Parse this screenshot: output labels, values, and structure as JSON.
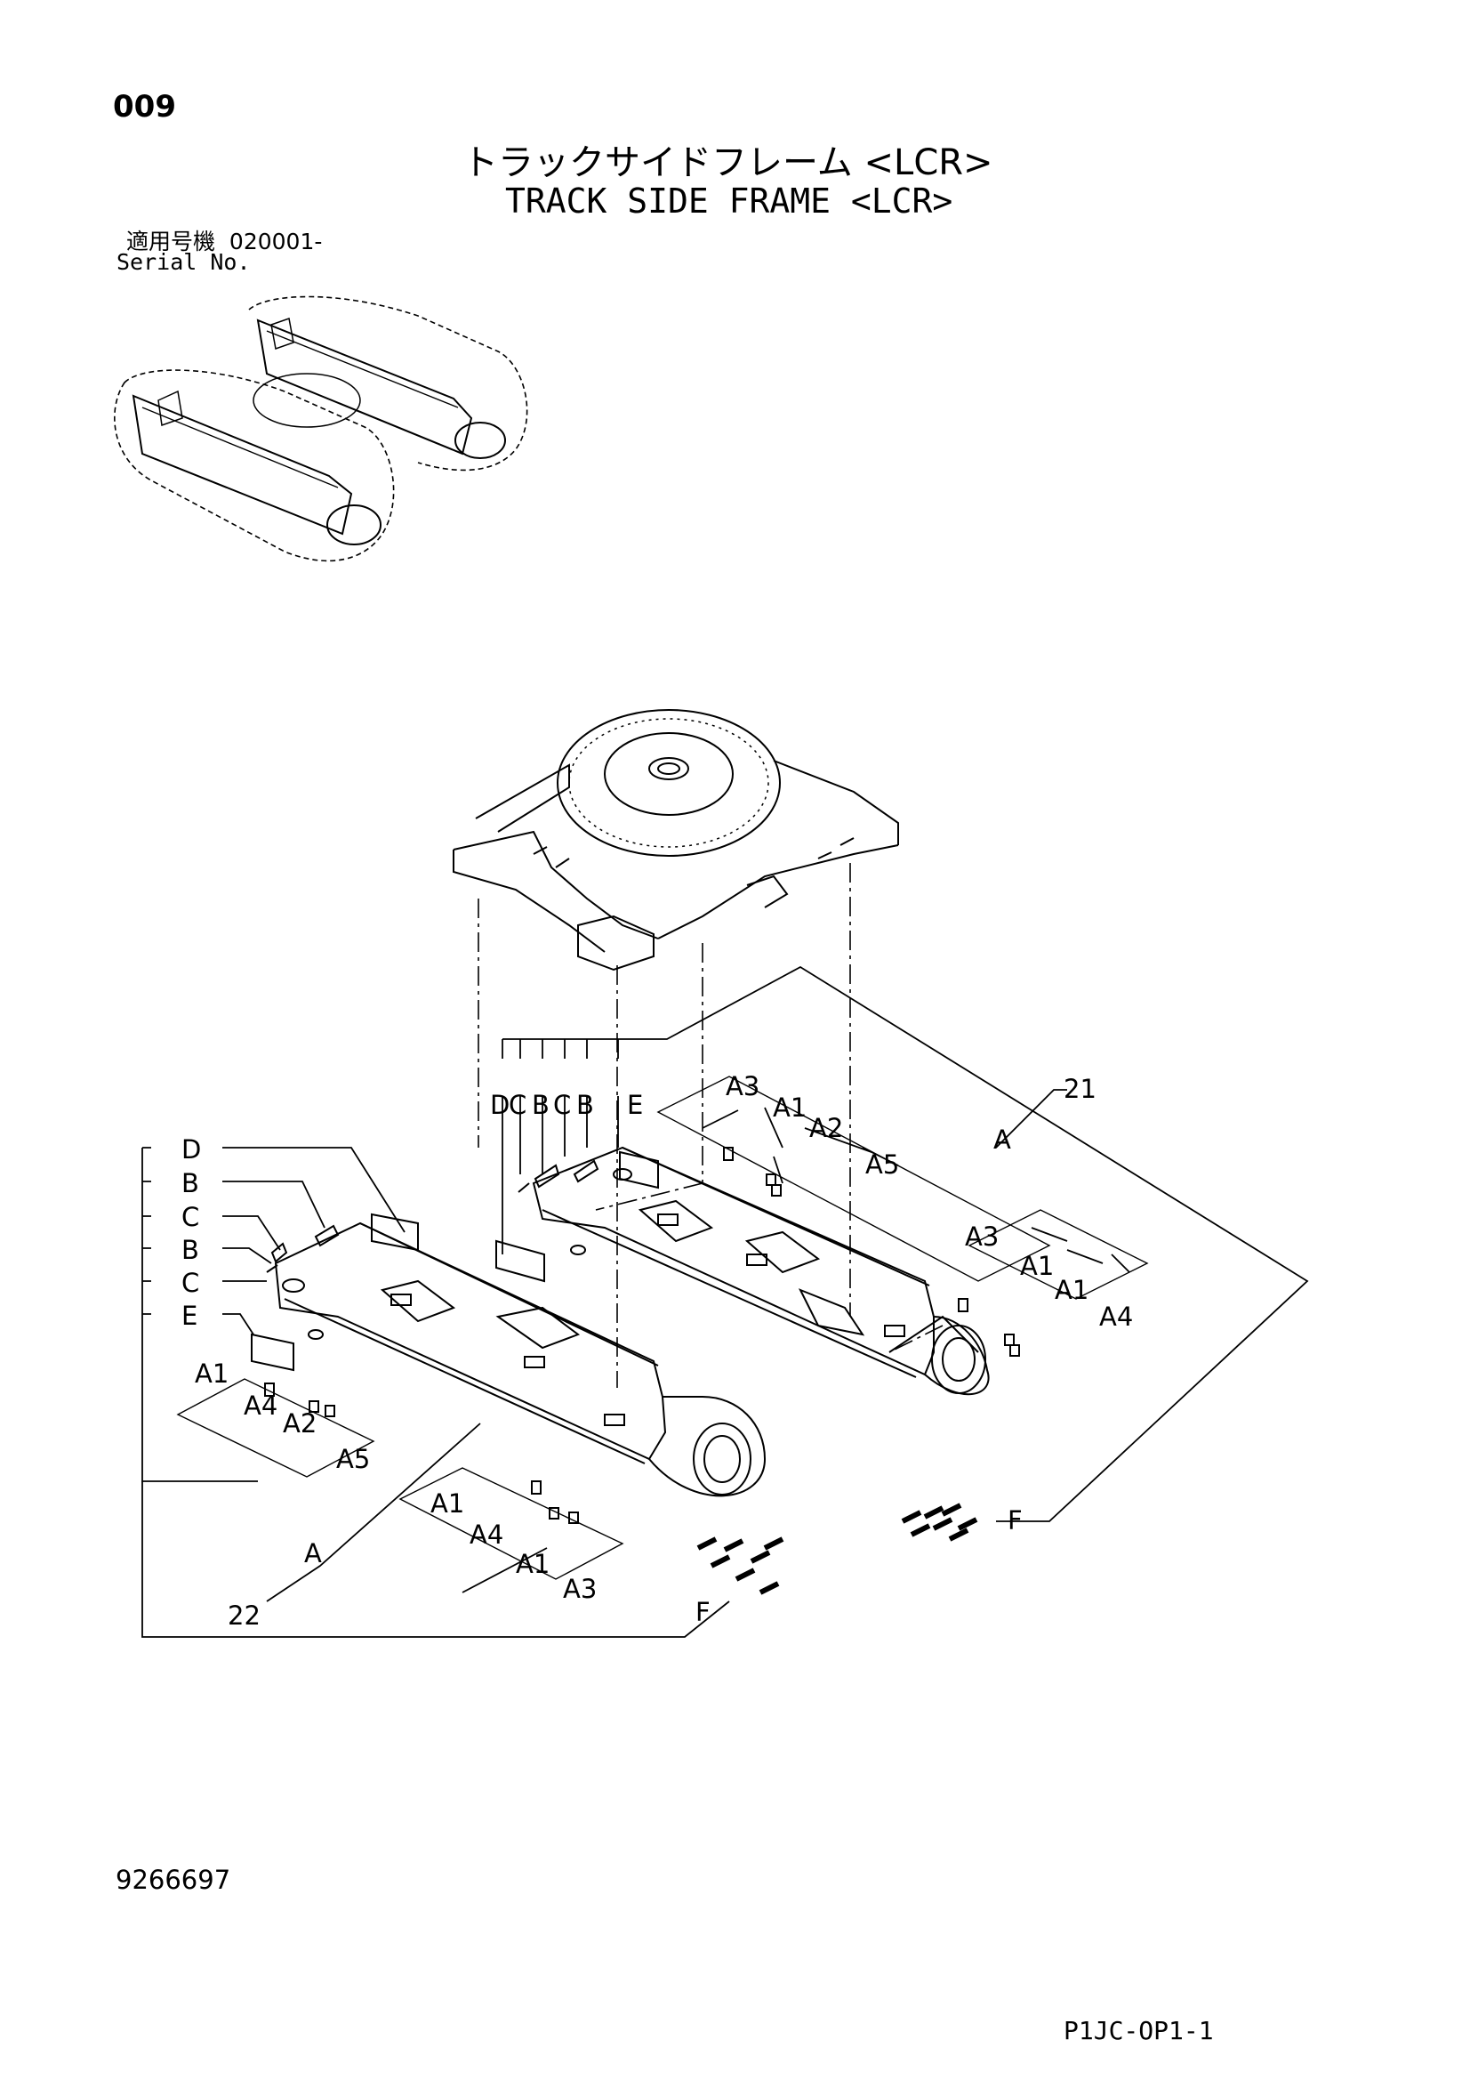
{
  "header": {
    "page_number": "009",
    "title_jp": "トラックサイドフレーム <LCR>",
    "title_en": "TRACK SIDE FRAME <LCR>",
    "serial_label_jp": "適用号機",
    "serial_value": "020001-",
    "serial_label_en": "Serial No."
  },
  "callouts": {
    "top_group": [
      "D",
      "C",
      "B",
      "C",
      "B",
      "E"
    ],
    "left_group": [
      "D",
      "B",
      "C",
      "B",
      "C",
      "E"
    ],
    "part_21": "21",
    "part_22": "22",
    "right_frame": {
      "a3_top": "A3",
      "a1_top": "A1",
      "a2_top": "A2",
      "a5_top": "A5",
      "a_top": "A",
      "a3_mid": "A3",
      "a1_mid1": "A1",
      "a1_mid2": "A1",
      "a4_mid": "A4",
      "f_right": "F"
    },
    "left_frame": {
      "a1_left": "A1",
      "a4_left": "A4",
      "a2_left": "A2",
      "a5_left": "A5",
      "a1_bottom1": "A1",
      "a4_bottom": "A4",
      "a1_bottom2": "A1",
      "a3_bottom": "A3",
      "a_bottom": "A",
      "f_bottom": "F"
    }
  },
  "footer": {
    "drawing_number": "9266697",
    "sheet_code": "P1JC-OP1-1"
  }
}
